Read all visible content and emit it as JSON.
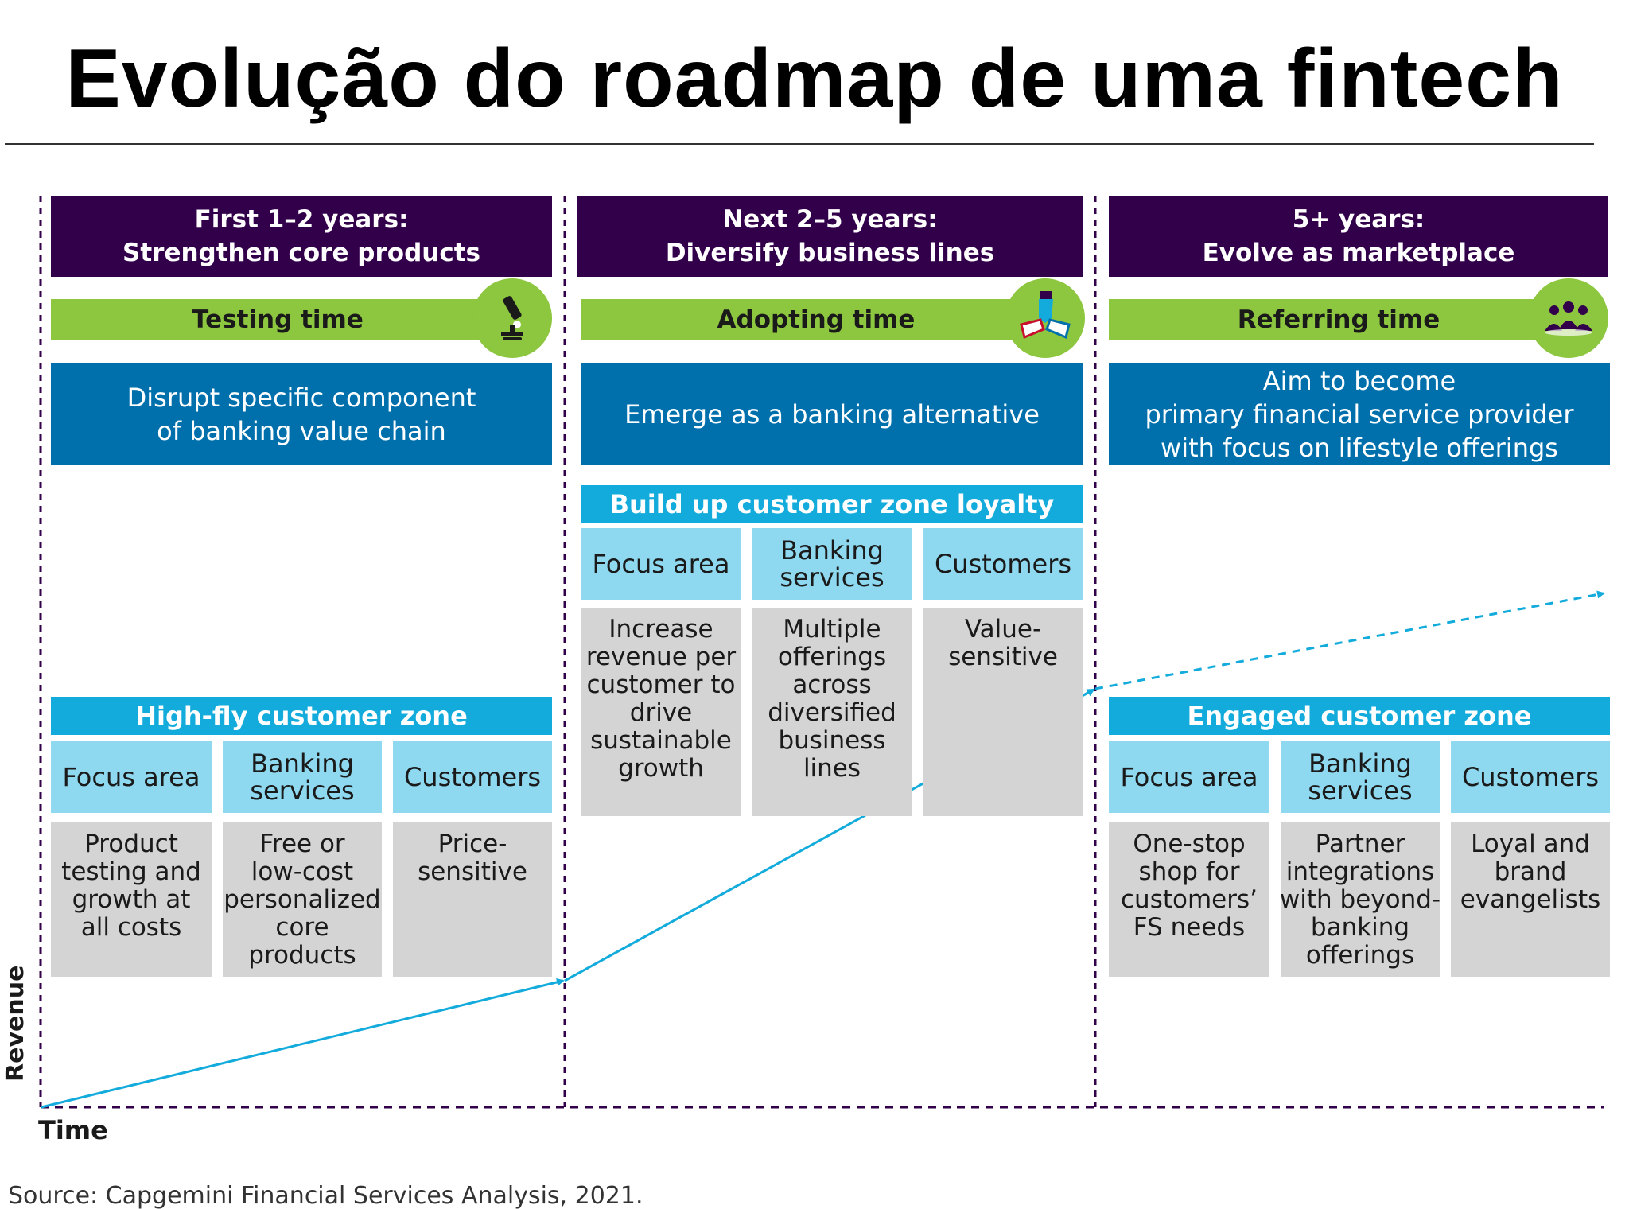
{
  "title": "Evolução do roadmap de uma fintech",
  "phases": [
    {
      "header_line1": "First 1–2 years:",
      "header_line2": "Strengthen core products",
      "time_label": "Testing time",
      "icon": "microscope-icon",
      "objective_lines": [
        "Disrupt specific component",
        "of banking value chain"
      ]
    },
    {
      "header_line1": "Next 2–5 years:",
      "header_line2": "Diversify business lines",
      "time_label": "Adopting time",
      "icon": "joined-hands-icon",
      "objective_lines": [
        "Emerge as a banking alternative"
      ]
    },
    {
      "header_line1": "5+ years:",
      "header_line2": "Evolve as marketplace",
      "time_label": "Referring time",
      "icon": "people-group-icon",
      "objective_lines": [
        "Aim to become",
        "primary financial service provider",
        "with focus on lifestyle offerings"
      ]
    }
  ],
  "zones": [
    {
      "title": "High-fly customer zone",
      "headers": [
        [
          "Focus area"
        ],
        [
          "Banking",
          "services"
        ],
        [
          "Customers"
        ]
      ],
      "cells": [
        [
          "Product",
          "testing and",
          "growth at",
          "all costs"
        ],
        [
          "Free or",
          "low-cost",
          "personalized",
          "core",
          "products"
        ],
        [
          "Price-",
          "sensitive"
        ]
      ]
    },
    {
      "title": "Build up customer zone loyalty",
      "headers": [
        [
          "Focus area"
        ],
        [
          "Banking",
          "services"
        ],
        [
          "Customers"
        ]
      ],
      "cells": [
        [
          "Increase",
          "revenue per",
          "customer to",
          "drive",
          "sustainable",
          "growth"
        ],
        [
          "Multiple",
          "offerings",
          "across",
          "diversified",
          "business",
          "lines"
        ],
        [
          "Value-",
          "sensitive"
        ]
      ]
    },
    {
      "title": "Engaged customer zone",
      "headers": [
        [
          "Focus area"
        ],
        [
          "Banking",
          "services"
        ],
        [
          "Customers"
        ]
      ],
      "cells": [
        [
          "One-stop",
          "shop for",
          "customers’",
          "FS needs"
        ],
        [
          "Partner",
          "integrations",
          "with beyond-",
          "banking",
          "offerings"
        ],
        [
          "Loyal and",
          "brand",
          "evangelists"
        ]
      ]
    }
  ],
  "axes": {
    "y_label": "Revenue",
    "x_label": "Time"
  },
  "source": "Source: Capgemini Financial Services Analysis, 2021.",
  "colors": {
    "header_purple": "#32004b",
    "time_green": "#8dc63f",
    "objective_blue": "#0070ad",
    "zone_cyan": "#12abdb",
    "zone_head_light": "#8ed8f0",
    "cell_gray": "#d4d4d4",
    "trend_line": "#12abdb",
    "divider": "#32004b"
  }
}
